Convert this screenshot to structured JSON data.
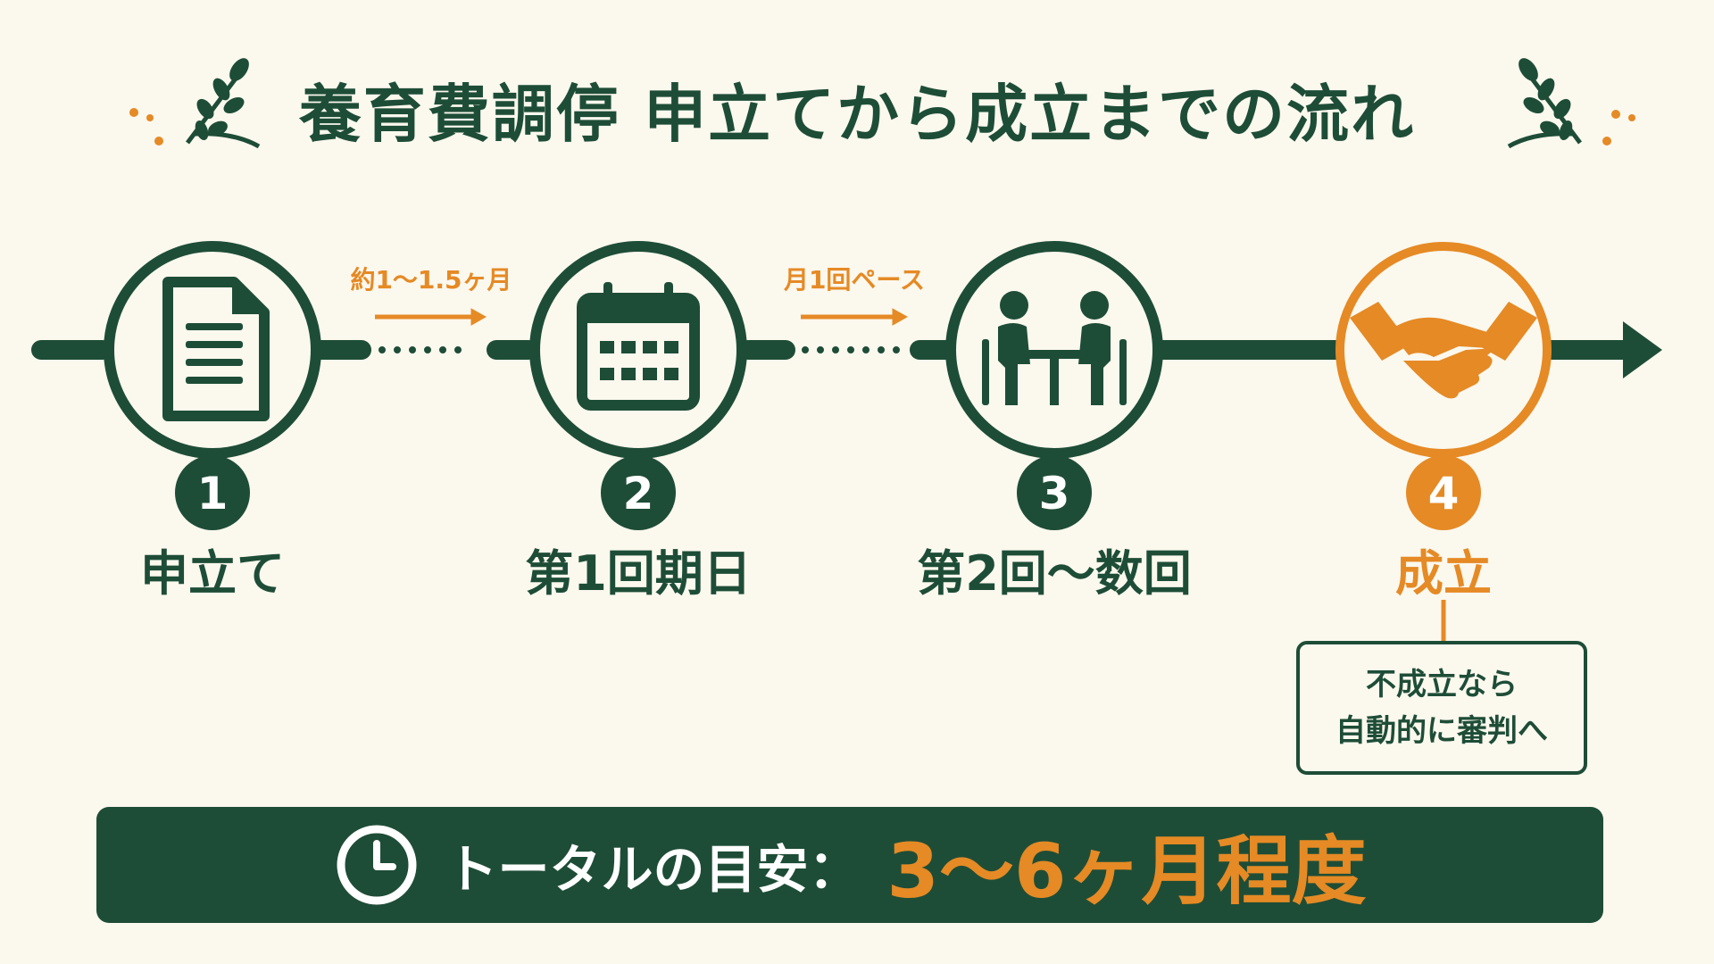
{
  "title": "養育費調停 申立てから成立までの流れ",
  "steps": [
    {
      "number": "1",
      "label": "申立て",
      "icon": "document-icon"
    },
    {
      "number": "2",
      "label": "第1回期日",
      "icon": "calendar-icon"
    },
    {
      "number": "3",
      "label": "第2回〜数回",
      "icon": "meeting-icon"
    },
    {
      "number": "4",
      "label": "成立",
      "icon": "handshake-icon"
    }
  ],
  "intervals": [
    "約1〜1.5ヶ月",
    "月1回ペース"
  ],
  "note": {
    "line1": "不成立なら",
    "line2": "自動的に審判へ"
  },
  "total": {
    "label": "トータルの目安：",
    "value": "3〜6ヶ月程度"
  },
  "colors": {
    "green": "#1E4D37",
    "orange": "#E58A25",
    "background": "#FBF8EE"
  }
}
